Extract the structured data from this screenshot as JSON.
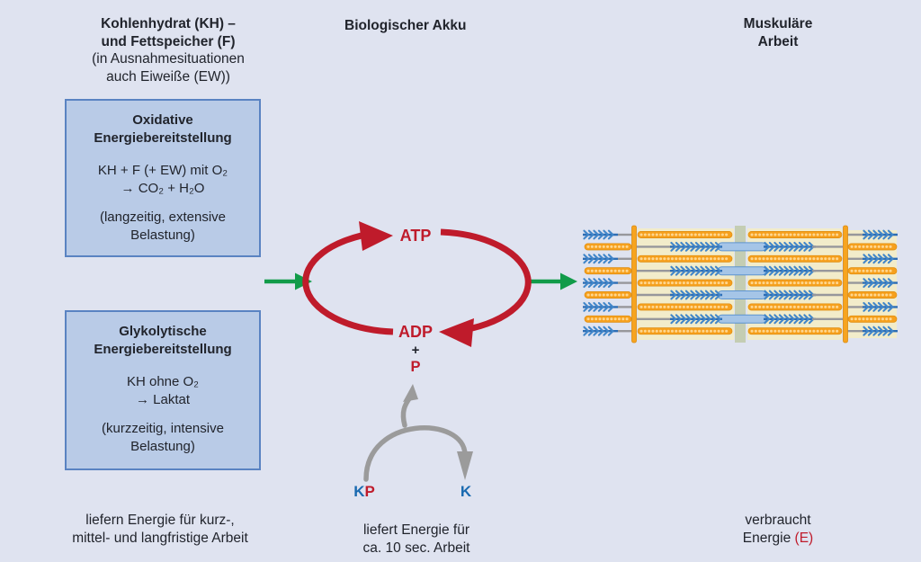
{
  "headers": {
    "left": {
      "line1": "Kohlenhydrat (KH) –",
      "line2": "und Fettspeicher (F)",
      "line3": "(in Ausnahmesituationen",
      "line4": "auch Eiweiße (EW))"
    },
    "center": "Biologischer Akku",
    "right": {
      "line1": "Muskuläre",
      "line2": "Arbeit"
    }
  },
  "boxes": {
    "oxidative": {
      "title1": "Oxidative",
      "title2": "Energiebereitstellung",
      "formula1": "KH + F (+ EW) mit O₂",
      "formula2": "→ CO₂ + H₂O",
      "note1": "(langzeitig, extensive",
      "note2": "Belastung)"
    },
    "glycolytic": {
      "title1": "Glykolytische",
      "title2": "Energiebereitstellung",
      "formula1": "KH ohne O₂",
      "formula2": "→ Laktat",
      "note1": "(kurzzeitig, intensive",
      "note2": "Belastung)"
    }
  },
  "cycle": {
    "atp": "ATP",
    "adp": "ADP",
    "plus": "+",
    "p": "P"
  },
  "creatine": {
    "kp_k": "K",
    "kp_p": "P",
    "k": "K"
  },
  "captions": {
    "left1": "liefern Energie für kurz-,",
    "left2": "mittel- und langfristige Arbeit",
    "center1": "liefert Energie für",
    "center2": "ca. 10 sec. Arbeit",
    "right1": "verbraucht",
    "right2_black": "Energie ",
    "right2_red": "(E)"
  },
  "colors": {
    "background": "#dfe3f0",
    "box_fill": "#b9cbe7",
    "box_border": "#5a83c2",
    "red_accent": "#bf1b2b",
    "green_accent": "#119b49",
    "gray_arrow": "#9b9b9b",
    "blue_accent": "#1a6ab0",
    "myosin_blue": "#4186c9",
    "actin_orange": "#f6a01d",
    "mline_green": "#c4cdb3"
  }
}
